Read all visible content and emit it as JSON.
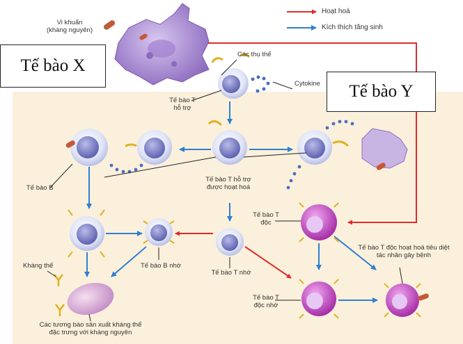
{
  "legend": {
    "activate": "Hoạt hoá",
    "stimulate": "Kích thích tăng sinh",
    "activate_color": "#e02b2b",
    "stimulate_color": "#2f7fd0"
  },
  "labels": {
    "bacteria_line1": "Vi khuẩn",
    "bacteria_line2": "(kháng nguyên)",
    "receptors": "Các thụ thể",
    "cytokine": "Cytokine",
    "helper_t_line1": "Tế bào T",
    "helper_t_line2": "hỗ trợ",
    "activated_helper_line1": "Tế bào T hỗ trợ",
    "activated_helper_line2": "được hoạt hoá",
    "b_cell": "Tế bào B",
    "cytotoxic_t_line1": "Tế bào T",
    "cytotoxic_t_line2": "độc",
    "memory_b": "Tế bào B nhớ",
    "memory_t": "Tế bào T nhớ",
    "antibody": "Kháng thể",
    "plasma_line1": "Các tương bào sản xuất kháng thể",
    "plasma_line2": "đặc trưng với kháng nguyên",
    "memory_cytotoxic_line1": "Tế bào T",
    "memory_cytotoxic_line2": "độc nhớ",
    "killer_line1": "Tế bào T độc hoạt hoá tiêu diệt",
    "killer_line2": "tác nhân gây bệnh"
  },
  "boxes": {
    "x": "Tế bào X",
    "y": "Tế bào Y"
  },
  "colors": {
    "background": "#fbf0dc",
    "lymphocyte": "#dde2f5",
    "nucleus": "#7b7fc6",
    "macrophage": "#9b78c6",
    "killer_cell": "#c948c9",
    "receptor": "#e0b020",
    "pathogen": "#c6583a"
  }
}
